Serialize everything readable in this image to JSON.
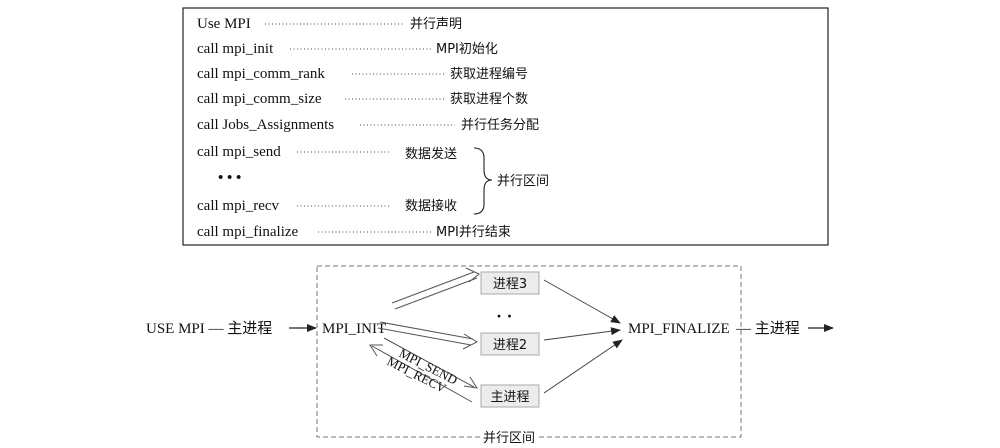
{
  "code_box": {
    "lines": [
      {
        "code": "Use MPI",
        "comment": "并行声明"
      },
      {
        "code": "call mpi_init",
        "comment": "MPI初始化"
      },
      {
        "code": "call mpi_comm_rank",
        "comment": "获取进程编号"
      },
      {
        "code": "call mpi_comm_size",
        "comment": "获取进程个数"
      },
      {
        "code": "call Jobs_Assignments",
        "comment": "并行任务分配"
      },
      {
        "code": "call mpi_send",
        "comment": "数据发送"
      },
      {
        "code": "• • •",
        "comment": ""
      },
      {
        "code": "call mpi_recv",
        "comment": "数据接收"
      },
      {
        "code": "call mpi_finalize",
        "comment": "MPI并行结束"
      }
    ],
    "brace_label": "并行区间"
  },
  "flow": {
    "start": "USE MPI — 主进程",
    "init": "MPI_INIT",
    "proc3": "进程3",
    "dots": "· ·",
    "proc2": "进程2",
    "master": "主进程",
    "send_label": "MPI_SEND",
    "recv_label": "MPI_RECV",
    "finalize": "MPI_FINALIZE",
    "end": "— 主进程",
    "region_label": "并行区间"
  }
}
